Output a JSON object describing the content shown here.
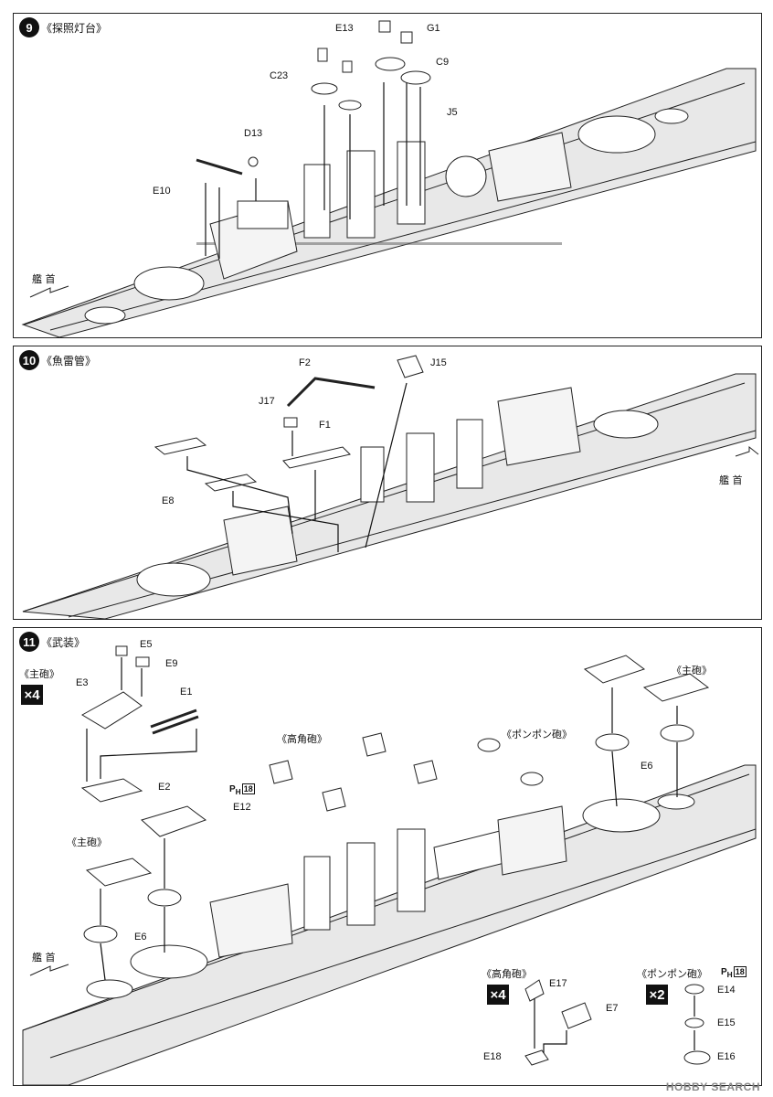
{
  "steps": [
    {
      "number": "9",
      "title": "《探照灯台》",
      "bow_label": "艦 首",
      "parts": [
        "E13",
        "G1",
        "C23",
        "C9",
        "J5",
        "D13",
        "E10"
      ]
    },
    {
      "number": "10",
      "title": "《魚雷管》",
      "bow_label": "艦 首",
      "parts": [
        "F2",
        "J15",
        "J17",
        "F1",
        "E8"
      ]
    },
    {
      "number": "11",
      "title": "《武装》",
      "bow_label": "艦 首",
      "main_gun_label": "《主砲》",
      "main_gun_qty": "×4",
      "main_gun_parts": [
        "E5",
        "E9",
        "E3",
        "E1",
        "E2"
      ],
      "main_gun_label_left": "《主砲》",
      "main_gun_label_right": "《主砲》",
      "ha_gun_label": "《高角砲》",
      "pompom_label": "《ポンポン砲》",
      "e12_label": "E12",
      "ph_label": "P",
      "ph_sub": "H",
      "ph_num": "18",
      "e6_label": "E6",
      "sub_ha": {
        "title": "《高角砲》",
        "qty": "×4",
        "parts": [
          "E17",
          "E7",
          "E18"
        ]
      },
      "sub_pompom": {
        "title": "《ポンポン砲》",
        "qty": "×2",
        "parts": [
          "E14",
          "E15",
          "E16"
        ]
      }
    }
  ],
  "watermark": "HOBBY SEARCH"
}
